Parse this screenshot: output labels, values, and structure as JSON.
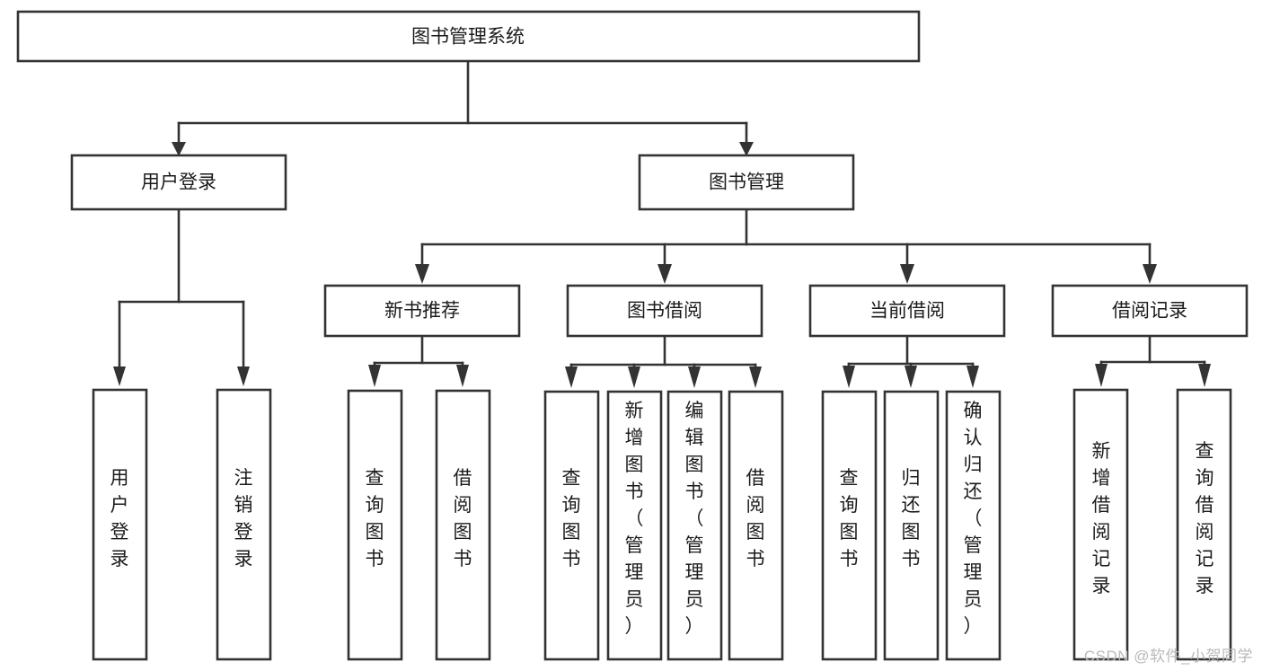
{
  "diagram": {
    "type": "tree",
    "title": "图书管理系统",
    "orientation": "top-down",
    "colors": {
      "box_fill": "#ffffff",
      "box_stroke": "#333333",
      "text": "#1b1b1b",
      "background": "#ffffff",
      "watermark": "#b9b9b9"
    },
    "nodes": {
      "root": {
        "label": "图书管理系统",
        "level": 0
      },
      "level1": [
        {
          "id": "user-login",
          "label": "用户登录"
        },
        {
          "id": "book-management",
          "label": "图书管理"
        }
      ],
      "level2": [
        {
          "id": "new-book-recommend",
          "label": "新书推荐",
          "parent": "book-management"
        },
        {
          "id": "book-borrow",
          "label": "图书借阅",
          "parent": "book-management"
        },
        {
          "id": "current-borrow",
          "label": "当前借阅",
          "parent": "book-management"
        },
        {
          "id": "borrow-record",
          "label": "借阅记录",
          "parent": "book-management"
        }
      ],
      "leaves": [
        {
          "id": "leaf-user-login",
          "label": "用户登录",
          "parent": "user-login"
        },
        {
          "id": "leaf-logout",
          "label": "注销登录",
          "parent": "user-login"
        },
        {
          "id": "leaf-query-book-1",
          "label": "查询图书",
          "parent": "new-book-recommend"
        },
        {
          "id": "leaf-borrow-book-1",
          "label": "借阅图书",
          "parent": "new-book-recommend"
        },
        {
          "id": "leaf-query-book-2",
          "label": "查询图书",
          "parent": "book-borrow"
        },
        {
          "id": "leaf-add-book",
          "label": "新增图书（管理员）",
          "parent": "book-borrow"
        },
        {
          "id": "leaf-edit-book",
          "label": "编辑图书（管理员）",
          "parent": "book-borrow"
        },
        {
          "id": "leaf-borrow-book-2",
          "label": "借阅图书",
          "parent": "book-borrow"
        },
        {
          "id": "leaf-query-book-3",
          "label": "查询图书",
          "parent": "current-borrow"
        },
        {
          "id": "leaf-return-book",
          "label": "归还图书",
          "parent": "current-borrow"
        },
        {
          "id": "leaf-confirm-return",
          "label": "确认归还（管理员）",
          "parent": "current-borrow"
        },
        {
          "id": "leaf-add-record",
          "label": "新增借阅记录",
          "parent": "borrow-record"
        },
        {
          "id": "leaf-query-record",
          "label": "查询借阅记录",
          "parent": "borrow-record"
        }
      ]
    }
  },
  "watermark": {
    "text": "CSDN @软件_小贺同学"
  }
}
